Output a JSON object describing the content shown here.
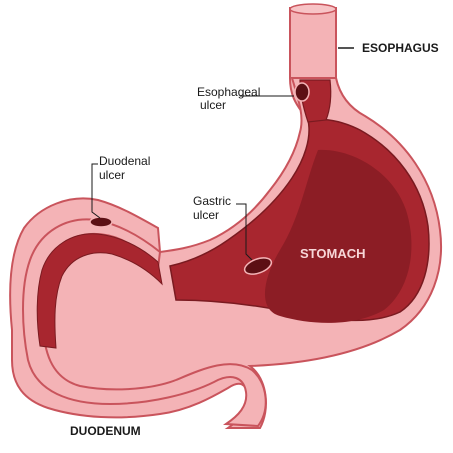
{
  "labels": {
    "esophagus": "ESOPHAGUS",
    "esophageal_ulcer_line1": "Esophageal",
    "esophageal_ulcer_line2": "ulcer",
    "duodenal_ulcer_line1": "Duodenal",
    "duodenal_ulcer_line2": "ulcer",
    "gastric_ulcer_line1": "Gastric",
    "gastric_ulcer_line2": "ulcer",
    "stomach": "STOMACH",
    "duodenum": "DUODENUM"
  },
  "colors": {
    "outer_pink": "#f4b3b6",
    "outline": "#c9545c",
    "wall_red": "#a8262f",
    "inner_dark": "#8c1d25",
    "ulcer_dark": "#5c0f14",
    "label_text": "#1a1a1a",
    "stomach_text": "#f7d6d8"
  }
}
